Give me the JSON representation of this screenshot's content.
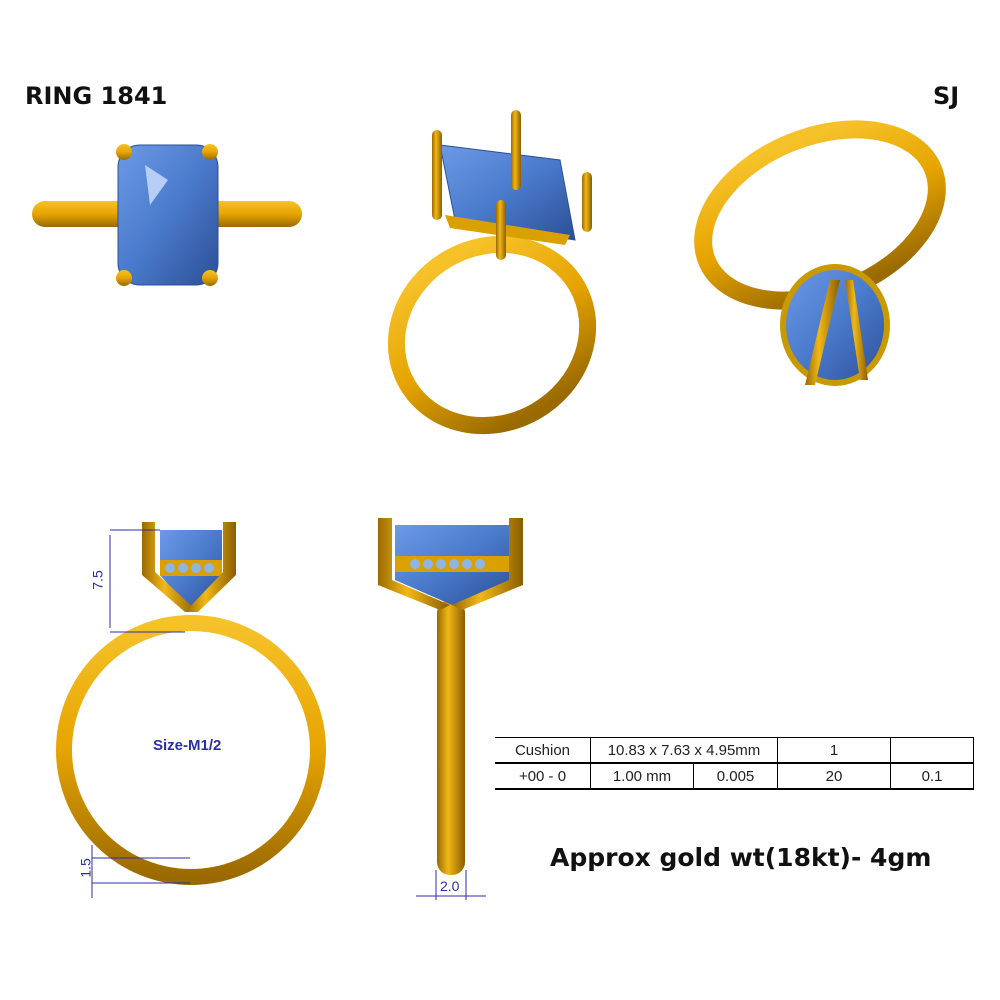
{
  "header": {
    "title": "RING 1841",
    "initials": "SJ"
  },
  "drawing": {
    "size_label": "Size-M1/2",
    "dimensions": {
      "head_height": "7.5",
      "band_thickness": "1.5",
      "band_width": "2.0"
    },
    "colors": {
      "gold": "#e6a400",
      "gold_dark": "#9a6a00",
      "stone": "#4f7fd0",
      "dimension": "#2b2fa8"
    }
  },
  "spec_table": {
    "rows": [
      [
        "Cushion",
        "10.83 x 7.63 x 4.95mm",
        "1",
        ""
      ],
      [
        "+00 - 0",
        "1.00  mm",
        "0.005",
        "20",
        "0.1"
      ]
    ]
  },
  "weight_note": "Approx gold wt(18kt)- 4gm"
}
